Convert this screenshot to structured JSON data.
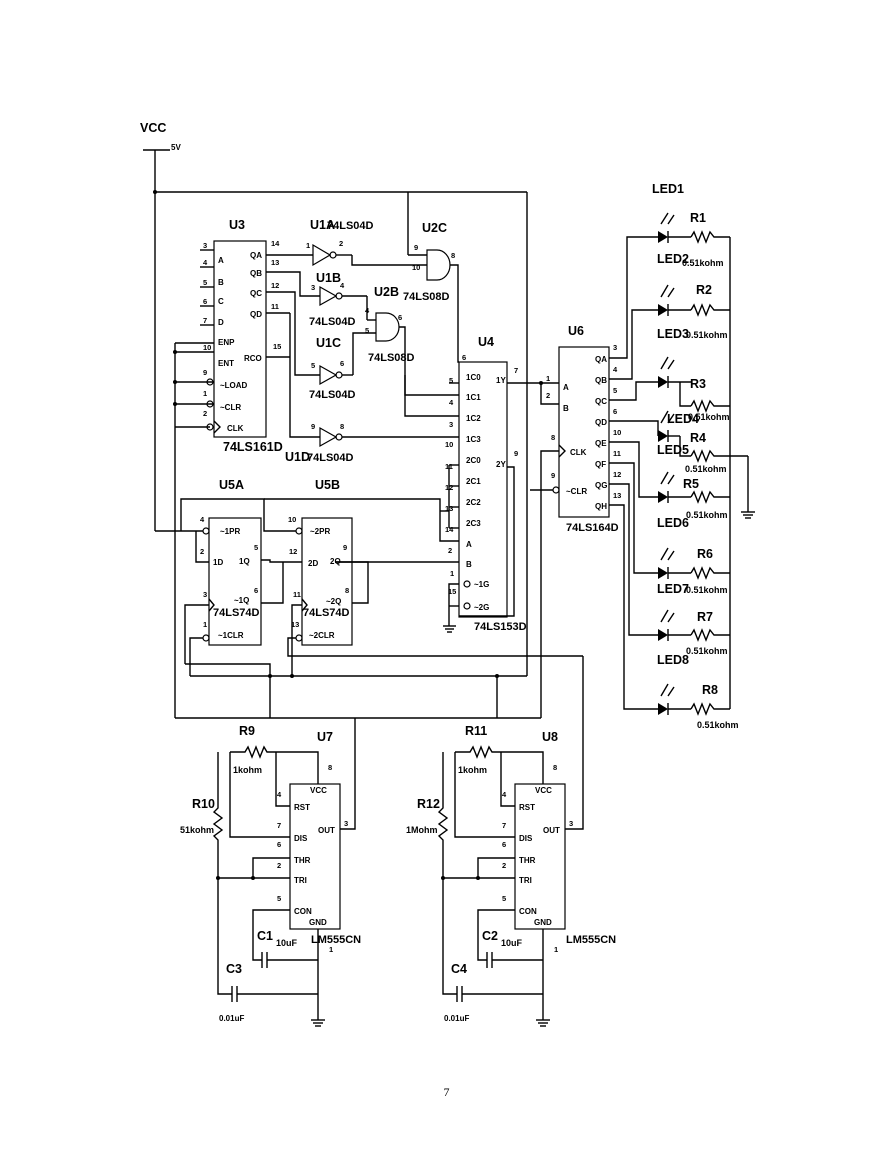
{
  "supply": {
    "name": "VCC",
    "value": "5V"
  },
  "u3": {
    "ref": "U3",
    "part": "74LS161D",
    "left_pins": [
      {
        "num": "3",
        "name": "A"
      },
      {
        "num": "4",
        "name": "B"
      },
      {
        "num": "5",
        "name": "C"
      },
      {
        "num": "6",
        "name": "D"
      },
      {
        "num": "7",
        "name": "ENP"
      },
      {
        "num": "10",
        "name": "ENT"
      },
      {
        "num": "9",
        "name": "~LOAD"
      },
      {
        "num": "1",
        "name": "~CLR"
      },
      {
        "num": "2",
        "name": "CLK"
      }
    ],
    "right_pins": [
      {
        "num": "14",
        "name": "QA"
      },
      {
        "num": "13",
        "name": "QB"
      },
      {
        "num": "12",
        "name": "QC"
      },
      {
        "num": "11",
        "name": "QD"
      },
      {
        "num": "15",
        "name": "RCO"
      }
    ]
  },
  "inverters": [
    {
      "ref": "U1A",
      "part": "74LS04D",
      "in": "1",
      "out": "2"
    },
    {
      "ref": "U1B",
      "part": "74LS04D",
      "in": "3",
      "out": "4"
    },
    {
      "ref": "U1C",
      "part": "74LS04D",
      "in": "5",
      "out": "6"
    },
    {
      "ref": "U1D",
      "part": "74LS04D",
      "in": "9",
      "out": "8"
    }
  ],
  "and_gates": [
    {
      "ref": "U2C",
      "part": "74LS08D",
      "in1": "9",
      "in2": "10",
      "out": "8"
    },
    {
      "ref": "U2B",
      "part": "74LS08D",
      "in1": "4",
      "in2": "5",
      "out": "6"
    }
  ],
  "u4": {
    "ref": "U4",
    "part": "74LS153D",
    "left_pins": [
      {
        "num": "6",
        "name": "1C0"
      },
      {
        "num": "5",
        "name": "1C1"
      },
      {
        "num": "4",
        "name": "1C2"
      },
      {
        "num": "3",
        "name": "1C3"
      },
      {
        "num": "10",
        "name": "2C0"
      },
      {
        "num": "11",
        "name": "2C1"
      },
      {
        "num": "12",
        "name": "2C2"
      },
      {
        "num": "13",
        "name": "2C3"
      },
      {
        "num": "14",
        "name": "A"
      },
      {
        "num": "2",
        "name": "B"
      },
      {
        "num": "1",
        "name": "~1G"
      },
      {
        "num": "15",
        "name": "~2G"
      }
    ],
    "right_pins": [
      {
        "num": "7",
        "name": "1Y"
      },
      {
        "num": "9",
        "name": "2Y"
      }
    ]
  },
  "u6": {
    "ref": "U6",
    "part": "74LS164D",
    "left_pins": [
      {
        "num": "1",
        "name": "A"
      },
      {
        "num": "2",
        "name": "B"
      },
      {
        "num": "8",
        "name": "CLK"
      },
      {
        "num": "9",
        "name": "~CLR"
      }
    ],
    "right_pins": [
      {
        "num": "3",
        "name": "QA"
      },
      {
        "num": "4",
        "name": "QB"
      },
      {
        "num": "5",
        "name": "QC"
      },
      {
        "num": "6",
        "name": "QD"
      },
      {
        "num": "10",
        "name": "QE"
      },
      {
        "num": "11",
        "name": "QF"
      },
      {
        "num": "12",
        "name": "QG"
      },
      {
        "num": "13",
        "name": "QH"
      }
    ]
  },
  "u5a": {
    "ref": "U5A",
    "part": "74LS74D",
    "pins": [
      {
        "num": "4",
        "name": "~1PR"
      },
      {
        "num": "2",
        "name": "1D"
      },
      {
        "num": "5",
        "name": "1Q"
      },
      {
        "num": "6",
        "name": "~1Q"
      },
      {
        "num": "3",
        "name": ""
      },
      {
        "num": "1",
        "name": "~1CLR"
      }
    ]
  },
  "u5b": {
    "ref": "U5B",
    "part": "74LS74D",
    "pins": [
      {
        "num": "10",
        "name": "~2PR"
      },
      {
        "num": "12",
        "name": "2D"
      },
      {
        "num": "9",
        "name": "2Q"
      },
      {
        "num": "8",
        "name": "~2Q"
      },
      {
        "num": "11",
        "name": ""
      },
      {
        "num": "13",
        "name": "~2CLR"
      }
    ]
  },
  "leds": [
    {
      "ref": "LED1",
      "r": "R1",
      "val": "0.51kohm"
    },
    {
      "ref": "LED2",
      "r": "R2",
      "val": "0.51kohm"
    },
    {
      "ref": "LED3",
      "r": "R3",
      "val": "0.51kohm"
    },
    {
      "ref": "LED4",
      "r": "R4",
      "val": "0.51kohm"
    },
    {
      "ref": "LED5",
      "r": "R5",
      "val": "0.51kohm"
    },
    {
      "ref": "LED6",
      "r": "R6",
      "val": "0.51kohm"
    },
    {
      "ref": "LED7",
      "r": "R7",
      "val": "0.51kohm"
    },
    {
      "ref": "LED8",
      "r": "R8",
      "val": "0.51kohm"
    }
  ],
  "timers": [
    {
      "ref": "U7",
      "part": "LM555CN",
      "ra": "R9",
      "ra_val": "1kohm",
      "rb": "R10",
      "rb_val": "51kohm",
      "c_ctrl": "C1",
      "c_ctrl_val": "10uF",
      "c_t": "C3",
      "c_t_val": "0.01uF"
    },
    {
      "ref": "U8",
      "part": "LM555CN",
      "ra": "R11",
      "ra_val": "1kohm",
      "rb": "R12",
      "rb_val": "1Mohm",
      "c_ctrl": "C2",
      "c_ctrl_val": "10uF",
      "c_t": "C4",
      "c_t_val": "0.01uF"
    }
  ],
  "timer_pins": [
    {
      "num": "8",
      "name": "VCC"
    },
    {
      "num": "4",
      "name": "RST"
    },
    {
      "num": "7",
      "name": "DIS"
    },
    {
      "num": "3",
      "name": "OUT"
    },
    {
      "num": "6",
      "name": "THR"
    },
    {
      "num": "2",
      "name": "TRI"
    },
    {
      "num": "5",
      "name": "CON"
    },
    {
      "num": "1",
      "name": "GND"
    }
  ],
  "page_number": "7"
}
